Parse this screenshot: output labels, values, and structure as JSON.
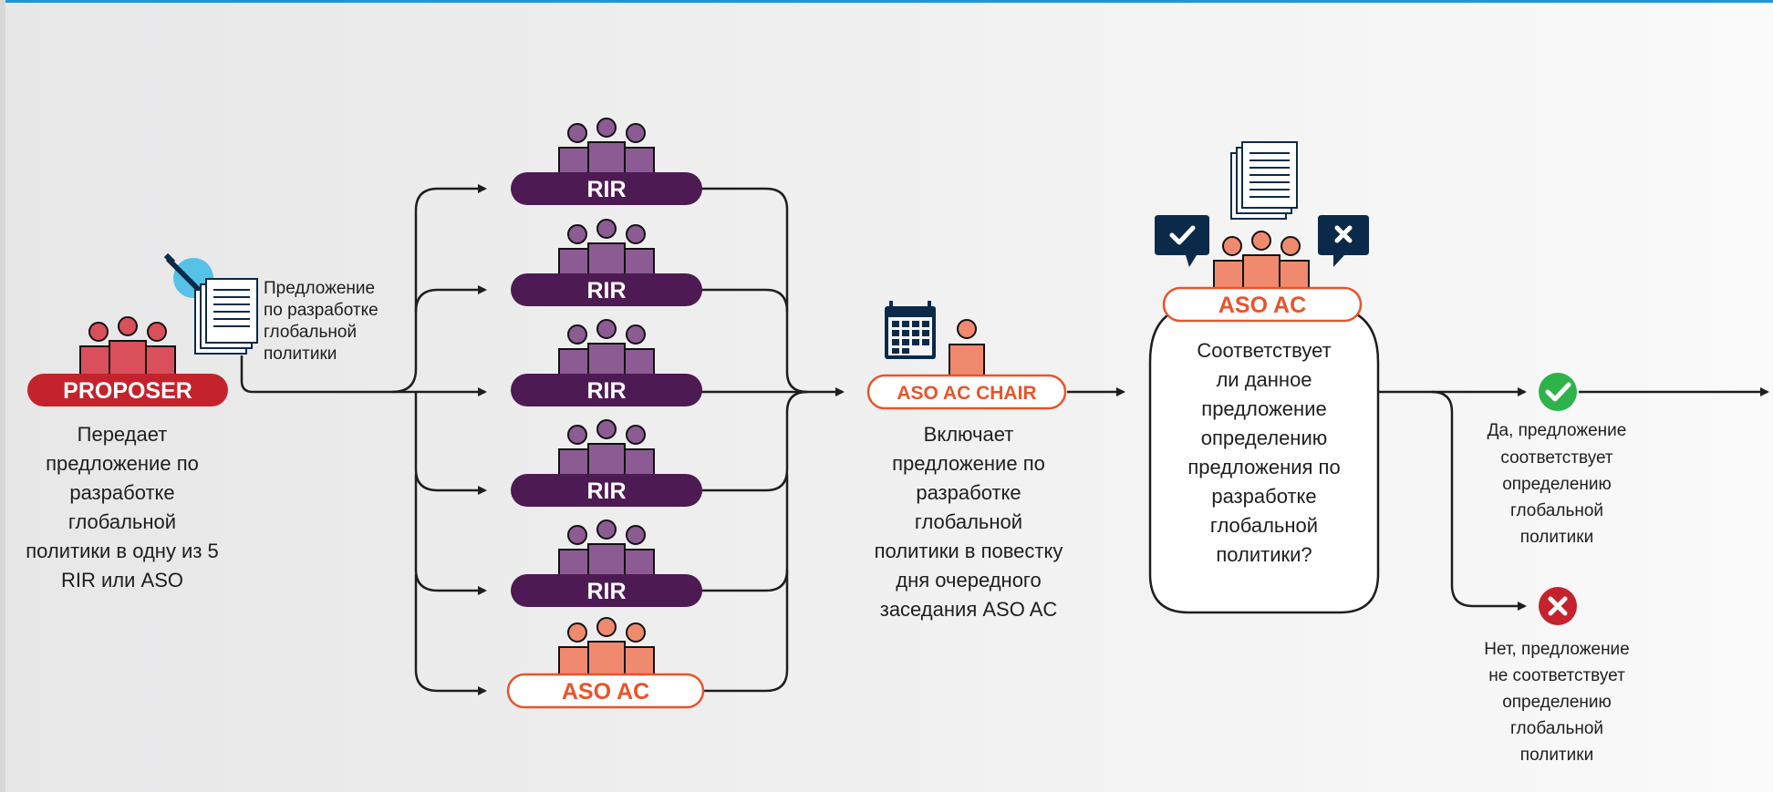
{
  "proposer": {
    "label": "PROPOSER",
    "description": [
      "Передает",
      "предложение по",
      "разработке",
      "глобальной",
      "политики в одну из 5",
      "RIR или ASO"
    ]
  },
  "document_note": [
    "Предложение",
    "по разработке",
    "глобальной",
    "политики"
  ],
  "recipients": [
    "RIR",
    "RIR",
    "RIR",
    "RIR",
    "RIR",
    "ASO AC"
  ],
  "chair": {
    "label": "ASO AC CHAIR",
    "description": [
      "Включает",
      "предложение по",
      "разработке",
      "глобальной",
      "политики в повестку",
      "дня очередного",
      "заседания ASO AC"
    ]
  },
  "review": {
    "label": "ASO AC",
    "question": [
      "Соответствует",
      "ли данное",
      "предложение",
      "определению",
      "предложения по",
      "разработке",
      "глобальной",
      "политики?"
    ]
  },
  "outcome_yes": [
    "Да, предложение",
    "соответствует",
    "определению",
    "глобальной",
    "политики"
  ],
  "outcome_no": [
    "Нет, предложение",
    "не соответствует",
    "определению",
    "глобальной",
    "политики"
  ],
  "colors": {
    "proposer_red": "#c4232d",
    "rir_purple": "#4e1a53",
    "aso_orange": "#e8542c",
    "navy": "#0b2a4a",
    "green": "#2db34a",
    "connector": "#1e1e1e"
  }
}
